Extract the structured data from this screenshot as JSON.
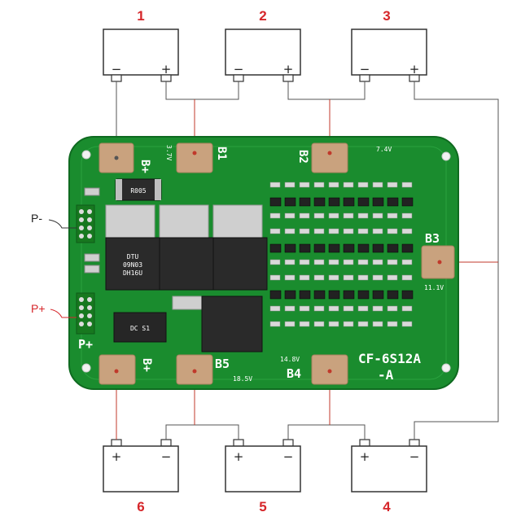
{
  "batteries": [
    {
      "number": "1",
      "neg_sign": "−",
      "pos_sign": "+"
    },
    {
      "number": "2",
      "neg_sign": "−",
      "pos_sign": "+"
    },
    {
      "number": "3",
      "neg_sign": "−",
      "pos_sign": "+"
    },
    {
      "number": "4",
      "neg_sign": "−",
      "pos_sign": "+"
    },
    {
      "number": "5",
      "neg_sign": "−",
      "pos_sign": "+"
    },
    {
      "number": "6",
      "neg_sign": "−",
      "pos_sign": "+"
    }
  ],
  "labels": {
    "p_minus": "P-",
    "p_plus": "P+",
    "b_plus_top": "B+",
    "b_plus_bottom": "B+",
    "b1": "B1",
    "b2": "B2",
    "b3": "B3",
    "b4": "B4",
    "b5": "B5",
    "v_3_7": "3.7V",
    "v_7_4": "7.4V",
    "v_11_1": "11.1V",
    "v_14_8": "14.8V",
    "v_18_5": "18.5V",
    "p_board": "P+",
    "model_line1": "CF-6S12A",
    "model_line2": "-A",
    "resistor_code": "R005",
    "mosfet_text1": "DTU",
    "mosfet_text2": "09N03",
    "mosfet_text3": "DH16U",
    "ic_text": "DC S1"
  },
  "colors": {
    "pcb": "#1a8c2e",
    "pcb_dark": "#157a27",
    "pad": "#c9a27e",
    "wire": "#c0392b",
    "wire_dark": "#444444",
    "number_red": "#d6262a"
  }
}
